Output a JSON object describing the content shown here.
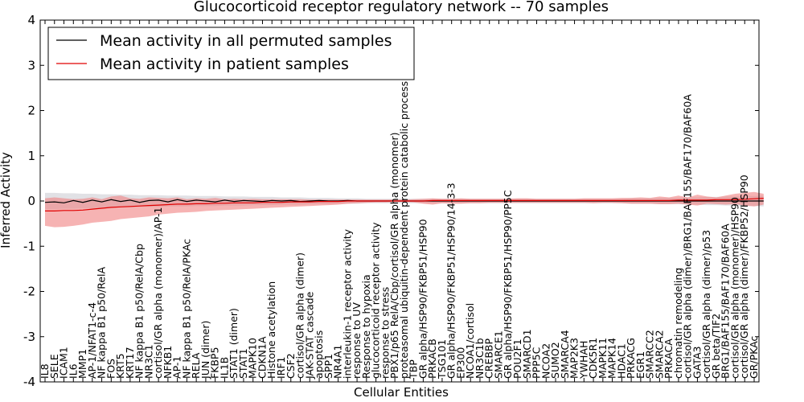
{
  "chart_data": {
    "type": "line",
    "title": "Glucocorticoid receptor regulatory network -- 70 samples",
    "xlabel": "Cellular Entities",
    "ylabel": "Inferred Activity",
    "ylim": [
      -4,
      4
    ],
    "yticks": [
      -4,
      -3,
      -2,
      -1,
      0,
      1,
      2,
      3,
      4
    ],
    "grid": false,
    "legend_position": "top-left",
    "categories": [
      "IL8",
      "SELE",
      "ICAM1",
      "IL6",
      "MMP1",
      "AP-1/NFAT1-c-4",
      "NF kappa B1 p50/RelA",
      "FOS",
      "KRT5",
      "KRT17",
      "NF kappa B1 p50/RelA/Cbp",
      "NR3C1",
      "cortisol/GR alpha (monomer)/AP-1",
      "NFKB1",
      "AP-1",
      "NF kappa B1 p50/RelA/PKAc",
      "RELA",
      "JUN (dimer)",
      "FKBP5",
      "IL1B",
      "STAT1 (dimer)",
      "STAT1",
      "MAPK10",
      "CDKN1A",
      "Histone acetylation",
      "IRF1",
      "CSF2",
      "cortisol/GR alpha (dimer)",
      "JAK-STAT cascade",
      "apoptosis",
      "SPP1",
      "NR4A1",
      "interleukin-1 receptor activity",
      "response to UV",
      "Response to hypoxia",
      "glucocorticoid receptor activity",
      "response to stress",
      "PBX1/p65 RelA/Cbp/cortisol/GR alpha (monomer)",
      "proteasomal ubiquitin-dependent protein catabolic process",
      "TBP",
      "GR alpha/HSP90/FKBP51/HSP90",
      "PRKACB",
      "TSG101",
      "GR alpha/HSP90/FKBP51/HSP90/14-3-3",
      "EP300",
      "NCOA1/cortisol",
      "NR3C1b",
      "CREBBP",
      "SMARCE1",
      "GR alpha/HSP90/FKBP51/HSP90/PP5C",
      "POU2F1",
      "SMARCD1",
      "PPP5C",
      "NCOA2",
      "SUMO2",
      "SMARCA4",
      "MAP2K3",
      "YWHAH",
      "CDK5R1",
      "MAPK11",
      "MAPK14",
      "HDAC1",
      "PRKACG",
      "EGR1",
      "SMARCC2",
      "SMARCA2",
      "PRKACA",
      "chromatin remodeling",
      "cortisol/GR alpha (dimer)/BRG1/BAF155/BAF170/BAF60A",
      "GATA3",
      "cortisol/GR alpha (dimer)/p53",
      "GR beta/TIF2",
      "BRG1/BAF155/BAF170/BAF60A",
      "cortisol/GR alpha (monomer)/HSP90",
      "cortisol/GR alpha (dimer)/FKBP52/HSP90",
      "GR/PKAc"
    ],
    "series": [
      {
        "name": "Mean activity in all permuted samples",
        "color": "#000000",
        "band_color": "#c8c8d0",
        "values": [
          -0.03,
          -0.02,
          -0.04,
          0.01,
          -0.03,
          0.02,
          -0.02,
          0.03,
          -0.01,
          0.02,
          -0.03,
          0.01,
          0.02,
          -0.02,
          0.03,
          -0.01,
          0.02,
          0.0,
          -0.02,
          0.02,
          -0.01,
          0.01,
          0.0,
          -0.01,
          0.01,
          0.0,
          0.01,
          -0.01,
          0.0,
          0.01,
          0.0,
          0.0,
          0.01,
          0.0,
          0.0,
          0.0,
          0.0,
          0.0,
          0.0,
          0.0,
          0.0,
          0.0,
          0.0,
          0.0,
          0.0,
          0.0,
          0.0,
          0.0,
          0.0,
          0.0,
          0.0,
          0.0,
          0.0,
          0.0,
          0.0,
          0.0,
          0.0,
          0.0,
          0.0,
          0.0,
          0.0,
          0.0,
          0.0,
          0.0,
          0.0,
          0.0,
          0.0,
          0.0,
          0.0,
          0.0,
          0.0,
          0.0,
          0.0,
          0.0,
          0.0,
          0.0,
          0.0
        ],
        "lower": [
          -0.18,
          -0.18,
          -0.17,
          -0.17,
          -0.16,
          -0.16,
          -0.15,
          -0.15,
          -0.14,
          -0.14,
          -0.13,
          -0.13,
          -0.13,
          -0.12,
          -0.12,
          -0.12,
          -0.11,
          -0.11,
          -0.11,
          -0.1,
          -0.1,
          -0.1,
          -0.09,
          -0.09,
          -0.09,
          -0.08,
          -0.08,
          -0.08,
          -0.07,
          -0.07,
          -0.07,
          -0.06,
          -0.06,
          -0.06,
          -0.05,
          -0.05,
          -0.05,
          -0.05,
          -0.05,
          -0.05,
          -0.05,
          -0.05,
          -0.05,
          -0.05,
          -0.05,
          -0.05,
          -0.05,
          -0.05,
          -0.05,
          -0.05,
          -0.05,
          -0.05,
          -0.05,
          -0.05,
          -0.05,
          -0.05,
          -0.05,
          -0.05,
          -0.05,
          -0.05,
          -0.05,
          -0.05,
          -0.06,
          -0.06,
          -0.06,
          -0.07,
          -0.07,
          -0.07,
          -0.08,
          -0.08,
          -0.09,
          -0.09,
          -0.1,
          -0.1,
          -0.11,
          -0.11,
          -0.12
        ],
        "upper": [
          0.18,
          0.18,
          0.17,
          0.17,
          0.16,
          0.16,
          0.15,
          0.15,
          0.14,
          0.14,
          0.13,
          0.13,
          0.13,
          0.12,
          0.12,
          0.12,
          0.11,
          0.11,
          0.11,
          0.1,
          0.1,
          0.1,
          0.09,
          0.09,
          0.09,
          0.08,
          0.08,
          0.08,
          0.07,
          0.07,
          0.07,
          0.06,
          0.06,
          0.06,
          0.05,
          0.05,
          0.05,
          0.05,
          0.05,
          0.05,
          0.05,
          0.05,
          0.05,
          0.05,
          0.05,
          0.05,
          0.05,
          0.05,
          0.05,
          0.05,
          0.05,
          0.05,
          0.05,
          0.05,
          0.05,
          0.05,
          0.05,
          0.05,
          0.05,
          0.05,
          0.05,
          0.05,
          0.06,
          0.06,
          0.06,
          0.07,
          0.07,
          0.07,
          0.08,
          0.08,
          0.09,
          0.09,
          0.1,
          0.1,
          0.11,
          0.11,
          0.12
        ]
      },
      {
        "name": "Mean activity in patient samples",
        "color": "#e00000",
        "band_color": "#f08080",
        "values": [
          -0.22,
          -0.22,
          -0.21,
          -0.21,
          -0.2,
          -0.18,
          -0.16,
          -0.14,
          -0.13,
          -0.12,
          -0.11,
          -0.1,
          -0.09,
          -0.08,
          -0.07,
          -0.07,
          -0.06,
          -0.06,
          -0.05,
          -0.05,
          -0.04,
          -0.04,
          -0.04,
          -0.03,
          -0.03,
          -0.03,
          -0.02,
          -0.02,
          -0.02,
          -0.01,
          -0.01,
          -0.01,
          0.0,
          0.0,
          0.0,
          0.0,
          0.0,
          0.0,
          0.0,
          0.0,
          0.0,
          0.01,
          0.01,
          0.01,
          0.01,
          0.01,
          0.01,
          0.01,
          0.01,
          0.01,
          0.01,
          0.01,
          0.01,
          0.01,
          0.01,
          0.01,
          0.01,
          0.01,
          0.01,
          0.01,
          0.01,
          0.01,
          0.01,
          0.01,
          0.01,
          0.01,
          0.01,
          0.02,
          0.02,
          0.02,
          0.02,
          0.03,
          0.03,
          0.03,
          0.04,
          0.05,
          0.06
        ],
        "lower": [
          -0.55,
          -0.58,
          -0.57,
          -0.55,
          -0.52,
          -0.48,
          -0.46,
          -0.44,
          -0.4,
          -0.38,
          -0.36,
          -0.34,
          -0.3,
          -0.28,
          -0.26,
          -0.25,
          -0.24,
          -0.22,
          -0.21,
          -0.2,
          -0.19,
          -0.18,
          -0.17,
          -0.16,
          -0.15,
          -0.14,
          -0.13,
          -0.12,
          -0.11,
          -0.1,
          -0.09,
          -0.08,
          -0.06,
          -0.05,
          -0.04,
          -0.03,
          -0.03,
          -0.02,
          -0.02,
          -0.03,
          -0.06,
          -0.08,
          -0.05,
          -0.06,
          -0.06,
          -0.05,
          -0.05,
          -0.04,
          -0.04,
          -0.04,
          -0.04,
          -0.04,
          -0.04,
          -0.04,
          -0.04,
          -0.04,
          -0.04,
          -0.04,
          -0.05,
          -0.04,
          -0.04,
          -0.05,
          -0.06,
          -0.06,
          -0.06,
          -0.07,
          -0.07,
          -0.06,
          -0.08,
          -0.1,
          -0.06,
          -0.07,
          -0.08,
          -0.07,
          -0.1,
          -0.12,
          -0.08
        ],
        "upper": [
          0.06,
          0.08,
          0.06,
          0.04,
          0.05,
          0.08,
          0.04,
          0.1,
          0.12,
          0.06,
          0.05,
          0.08,
          0.07,
          0.06,
          0.08,
          0.04,
          0.06,
          0.05,
          0.07,
          0.04,
          0.05,
          0.04,
          0.05,
          0.04,
          0.04,
          0.04,
          0.04,
          0.04,
          0.03,
          0.03,
          0.03,
          0.03,
          0.03,
          0.03,
          0.03,
          0.03,
          0.03,
          0.03,
          0.03,
          0.04,
          0.05,
          0.06,
          0.05,
          0.05,
          0.06,
          0.05,
          0.05,
          0.05,
          0.05,
          0.05,
          0.06,
          0.06,
          0.05,
          0.05,
          0.05,
          0.05,
          0.05,
          0.06,
          0.06,
          0.06,
          0.06,
          0.07,
          0.07,
          0.08,
          0.07,
          0.1,
          0.08,
          0.12,
          0.08,
          0.14,
          0.1,
          0.08,
          0.12,
          0.16,
          0.18,
          0.2,
          0.16
        ]
      }
    ]
  }
}
